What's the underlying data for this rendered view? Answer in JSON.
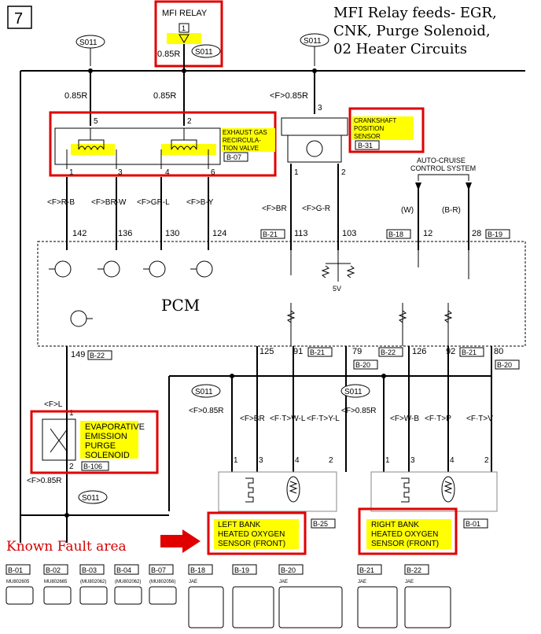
{
  "page_number": "7",
  "note": {
    "line1": "MFI Relay feeds- EGR,",
    "line2": "CNK, Purge Solenoid,",
    "line3": "02 Heater Circuits"
  },
  "mfi_relay": {
    "label": "MFI RELAY",
    "pin": "1",
    "wire": "0.85R"
  },
  "splices": {
    "s011": "S011"
  },
  "wires": {
    "egr_feed_a": "0.85R",
    "egr_feed_b": "0.85R",
    "ckp_feed": "<F>0.85R",
    "ckp_pin": "3",
    "egr_pin5": "5",
    "egr_pin2": "2",
    "egr_pin1": "1",
    "egr_pin3": "3",
    "egr_pin4": "4",
    "egr_pin6": "6",
    "ckp_pin1": "1",
    "ckp_pin2": "2"
  },
  "egr_valve": {
    "name_l1": "EXHAUST GAS",
    "name_l2": "RECIRCULA-",
    "name_l3": "TION VALVE",
    "conn": "B-07"
  },
  "ckp_sensor": {
    "name_l1": "CRANKSHAFT",
    "name_l2": "POSITION",
    "name_l3": "SENSOR",
    "conn": "B-31"
  },
  "auto_cruise": {
    "l1": "AUTO-CRUISE",
    "l2": "CONTROL SYSTEM",
    "w1": "(W)",
    "w2": "(B-R)"
  },
  "egr_colors": [
    "<F>R-B",
    "<F>BR-W",
    "<F>GR-L",
    "<F>B-Y"
  ],
  "ckp_colors": [
    "<F>BR",
    "<F>G-R"
  ],
  "pcm_top_pins": [
    "142",
    "136",
    "130",
    "124",
    "113",
    "103",
    "12",
    "28"
  ],
  "pcm_top_conns": {
    "b21": "B-21",
    "b18": "B-18",
    "b19": "B-19"
  },
  "pcm": {
    "label": "PCM",
    "volt": "5V"
  },
  "pcm_bottom_pins": [
    "149",
    "125",
    "91",
    "79",
    "126",
    "92",
    "80"
  ],
  "pcm_bottom_conns": {
    "b22a": "B-22",
    "b21a": "B-21",
    "b20a": "B-20",
    "b22b": "B-22",
    "b21b": "B-21",
    "b20b": "B-20"
  },
  "evap": {
    "l1": "EVAPORATIVE",
    "l2": "EMISSION",
    "l3": "PURGE",
    "l4": "SOLENOID",
    "conn": "B-106",
    "pin1": "1",
    "pin2": "2",
    "wire_top": "<F>L",
    "wire_bot": "<F>0.85R"
  },
  "o2_left": {
    "l1": "LEFT BANK",
    "l2": "HEATED OXYGEN",
    "l3": "SENSOR (FRONT)",
    "conn": "B-25",
    "feed": "<F>0.85R",
    "colors": [
      "<F>BR",
      "<F·T>W-L",
      "<F·T>Y-L"
    ],
    "pins": [
      "1",
      "3",
      "4",
      "2"
    ]
  },
  "o2_right": {
    "l1": "RIGHT BANK",
    "l2": "HEATED OXYGEN",
    "l3": "SENSOR (FRONT)",
    "conn": "B-01",
    "colors": [
      "<F>W-B",
      "<F·T>P",
      "<F·T>V"
    ],
    "pins": [
      "1",
      "3",
      "4",
      "2"
    ]
  },
  "fault": {
    "label": "Known Fault area"
  },
  "connector_legend": [
    {
      "id": "B-01",
      "part": "MU802605"
    },
    {
      "id": "B-02",
      "part": "MU802665"
    },
    {
      "id": "B-03",
      "part": "(MU802062)"
    },
    {
      "id": "B-04",
      "part": "(MU802062)"
    },
    {
      "id": "B-07",
      "part": "(MU802056)"
    },
    {
      "id": "B-18",
      "part": "JAE"
    },
    {
      "id": "B-19",
      "part": ""
    },
    {
      "id": "B-20",
      "part": "JAE"
    },
    {
      "id": "B-21",
      "part": "JAE"
    },
    {
      "id": "B-22",
      "part": "JAE"
    }
  ],
  "colors": {
    "highlight": "#ffff00",
    "annotation_red": "#d40000",
    "wire": "#000000"
  }
}
